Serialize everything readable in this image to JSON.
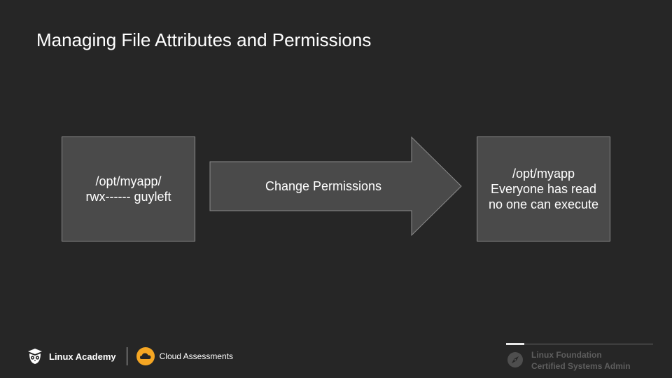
{
  "slide": {
    "title": "Managing File Attributes and Permissions",
    "left_box": {
      "line1": "/opt/myapp/",
      "line2": "rwx------ guyleft"
    },
    "arrow_label": "Change Permissions",
    "right_box": {
      "line1": "/opt/myapp",
      "line2": "Everyone has read",
      "line3": "no one can execute"
    }
  },
  "footer": {
    "left": {
      "brand1_icon": "owl-logo-icon",
      "brand1_text": "Linux Academy",
      "brand2_icon": "cloud-logo-icon",
      "brand2_text": "Cloud Assessments"
    },
    "right": {
      "icon": "compass-icon",
      "line1": "Linux Foundation",
      "line2": "Certified Systems Admin"
    }
  },
  "colors": {
    "background": "#262626",
    "box_fill": "#4a4a4a",
    "box_border": "#8c8c8c",
    "accent_orange": "#f5a623"
  }
}
